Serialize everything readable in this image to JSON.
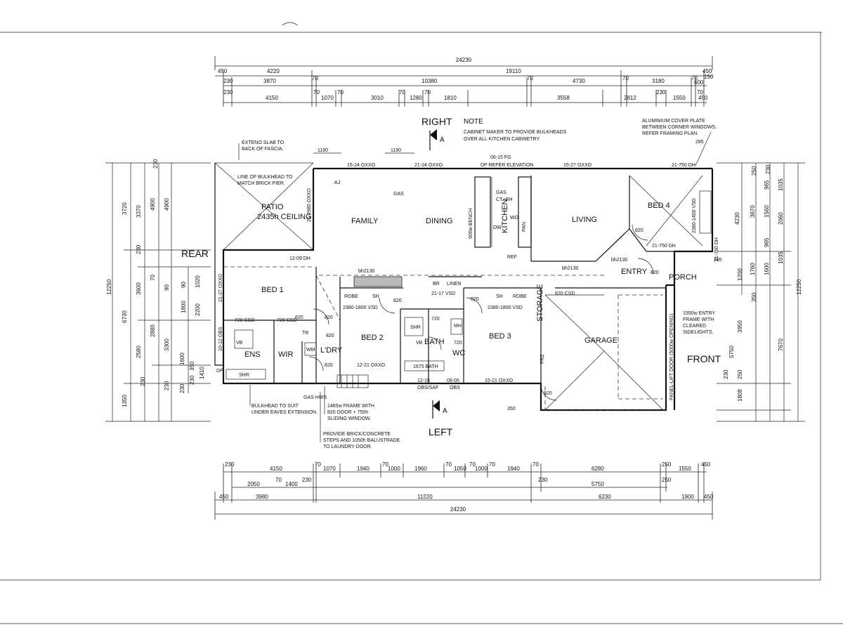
{
  "top_dims": {
    "overall": "24230",
    "row1": [
      "450",
      "4220",
      "19110",
      "450"
    ],
    "row2": [
      "230",
      "3870",
      "70",
      "10380",
      "70",
      "4730",
      "70",
      "3180",
      "70",
      "600",
      "150"
    ],
    "row3": [
      "230",
      "4150",
      "70",
      "1070",
      "70",
      "3010",
      "70",
      "1280",
      "70",
      "1810",
      "3558",
      "2812",
      "230",
      "1550",
      "450",
      "70"
    ]
  },
  "bottom_dims": {
    "row1": [
      "230",
      "4150",
      "70",
      "1070",
      "1940",
      "70",
      "1000",
      "1960",
      "70",
      "1050",
      "70",
      "1000",
      "70",
      "1940",
      "70",
      "6280",
      "250",
      "1550",
      "450"
    ],
    "row2": [
      "2050",
      "70",
      "1400",
      "230",
      "230",
      "5750",
      "250"
    ],
    "row3": [
      "450",
      "3980",
      "11220",
      "6230",
      "1900",
      "450"
    ],
    "overall": "24230"
  },
  "left_dims": {
    "overall": "12250",
    "col1": [
      "3720",
      "6730",
      "1350"
    ],
    "col2": [
      "3370",
      "230",
      "3600",
      "2580",
      "1410"
    ],
    "col3": [
      "4900",
      "2880",
      "1600",
      "230"
    ],
    "col4": [
      "4900",
      "90",
      "3300",
      "230"
    ],
    "col5": [
      "230",
      "70",
      "90",
      "1020",
      "1800",
      "2200",
      "350",
      "230",
      "230"
    ]
  },
  "right_dims": {
    "overall": "12250",
    "col1": [
      "1035",
      "1035",
      "5750",
      "1808",
      "350"
    ],
    "col2": [
      "4230",
      "3950",
      "250",
      "230"
    ],
    "col3": [
      "3670",
      "1760",
      "1600",
      "7670",
      "230",
      "250"
    ],
    "col4": [
      "965",
      "1560",
      "2060",
      "965",
      "1200"
    ]
  },
  "headings": {
    "right": "RIGHT",
    "left": "LEFT",
    "rear": "REAR",
    "front": "FRONT",
    "section_top": "A",
    "section_bottom": "A"
  },
  "notes": {
    "kitchen_title": "NOTE",
    "kitchen": [
      "CABINET MAKER TO PROVIDE BULKHEADS",
      "OVER ALL KITCHEN CABINETRY."
    ],
    "aluminium": [
      "ALUMINIUM COVER PLATE",
      "BETWEEN CORNER WINDOWS.",
      "REFER FRAMING PLAN."
    ],
    "exteno": [
      "EXTENO SLAB TO",
      "BACK OF FASCIA."
    ],
    "bulkhead_line": [
      "LINE OF BULKHEAD TO",
      "MATCH BRICK PIER."
    ],
    "bulkhead_suit": [
      "BULKHEAD TO SUIT",
      "UNDER EAVES EXTENSION."
    ],
    "frame_1485": [
      "1485w FRAME WITH",
      "820 DOOR + 750h",
      "SLIDING WINDOW."
    ],
    "steps": [
      "PROVIDE BRICK/CONCRETE",
      "STEPS AND 1050h BALUSTRADE",
      "TO LAUNDRY DOOR."
    ],
    "entry_frame": [
      "1550w ENTRY",
      "FRAME WITH",
      "CLEARED",
      "SIDELIGHTS."
    ],
    "gas_hws": "GAS HWS"
  },
  "rooms": {
    "patio": "PATIO",
    "patio_ceiling": "2435h CEILING",
    "family": "FAMILY",
    "dining": "DINING",
    "kitchen": "KITCHEN",
    "living": "LIVING",
    "bed4": "BED 4",
    "bed1": "BED 1",
    "bed2": "BED 2",
    "bed3": "BED 3",
    "bath": "BATH",
    "ens": "ENS",
    "wir": "WIR",
    "ldry": "L'DRY",
    "garage": "GARAGE",
    "entry": "ENTRY",
    "porch": "PORCH",
    "storage": "STORAGE",
    "wc": "WC"
  },
  "labels": {
    "w_1524": "15-24 OXXO",
    "w_2124": "21-24 OXXO",
    "w_0615": "06-15 FG",
    "dp_refer": "DP REFER ELEVATION",
    "w_1527": "15-27 OXXO",
    "w_21750_top": "21-750 DH",
    "w_21750_b": "21-750 DH",
    "w_21750_r": "21-750 DH",
    "w_1209": "12-09 DH",
    "w_2127": "21-27 OXXO",
    "w_21980": "21-2980 OXXO",
    "w_1012": "10-12 OBS",
    "w_1221": "12-21 OXXO",
    "w_1215": "12-15",
    "w_0905": "09-05",
    "obs_saf": "OBS/SAF",
    "obs": "OBS",
    "w_1521": "15-21 OXXO",
    "w_2117": "21-17 VSD",
    "vsd_2380_a": "2380-1800 VSD",
    "vsd_2380_b": "2380-1800 VSD",
    "vsd_2380_c": "2380-1400 VSD",
    "csd_720_a": "720 CSD",
    "csd_720_b": "720 CSD",
    "csd_820": "820 CSD",
    "bh2130_a": "bh2130",
    "bh2130_b": "bh2130",
    "bh2130_c": "bh2130",
    "d820_1": "820",
    "d820_2": "820",
    "d820_3": "820",
    "d820_4": "820",
    "d820_5": "820",
    "d820_6": "820",
    "d820_7": "820",
    "d820_8": "820",
    "d820_9": "820",
    "d720_1": "720",
    "d720_2": "720",
    "robe_a": "ROBE",
    "robe_b": "ROBE",
    "sh_a": "SH",
    "sh_b": "SH",
    "br": "BR",
    "linen": "LINEN",
    "wm": "WM",
    "mh": "MH",
    "shr_a": "SHR",
    "shr_b": "SHR",
    "vb_a": "VB",
    "vb_b": "VB",
    "tr": "TR",
    "dw": "DW",
    "wo": "WO",
    "pan": "PAN",
    "ref": "REF",
    "gas": "GAS",
    "gas_ct": "GAS",
    "ct_rh": "CT+RH",
    "bench": "900w BENCH",
    "bath_1675": "1675 BATH",
    "fz": "FRZ",
    "dp": "DP",
    "aj": "AJ",
    "garage_door": "PANEL-LIFT DOOR (5000w OPENING)",
    "w_285a": "285",
    "w_285b": "285",
    "w_1190a": "1190",
    "w_1190b": "1190",
    "w_350": "350"
  }
}
